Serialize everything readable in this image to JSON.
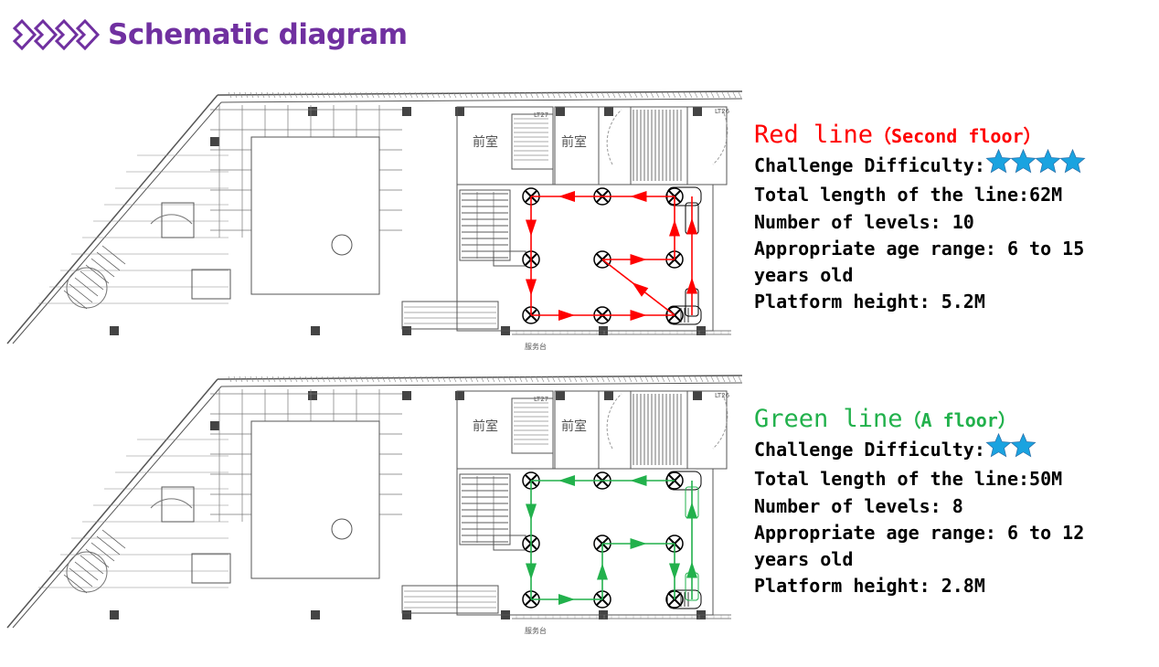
{
  "header": {
    "title": "Schematic diagram",
    "icon": "quad-chevron-icon",
    "color": "#7030a0"
  },
  "plan": {
    "room_label": "前室",
    "service_label": "服务台",
    "stair_tags": [
      "LT27",
      "LT26"
    ]
  },
  "routes": [
    {
      "name": "Red line",
      "floor": "（Second floor）",
      "color": "#ff0000",
      "difficulty_label": "Challenge Difficulty:",
      "difficulty_stars": 4,
      "length": "Total length of the line:62M",
      "levels": "Number of levels: 10",
      "age_range": "Appropriate age range: 6 to 15",
      "age_range_cont": "years old",
      "platform_height": "Platform height: 5.2M"
    },
    {
      "name": "Green line",
      "floor": "（A floor）",
      "color": "#22b14c",
      "difficulty_label": "Challenge Difficulty:",
      "difficulty_stars": 2,
      "length": "Total length of the line:50M",
      "levels": "Number of levels: 8",
      "age_range": "Appropriate age range: 6 to 12",
      "age_range_cont": "years old",
      "platform_height": "Platform height: 2.8M"
    }
  ],
  "star_color": "#1aa3e0"
}
